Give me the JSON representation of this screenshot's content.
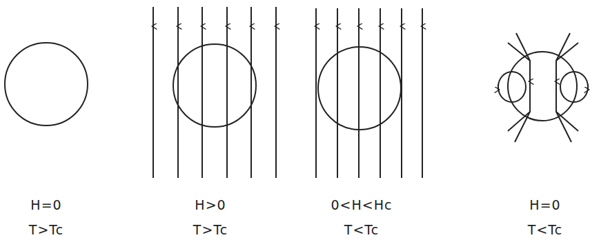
{
  "diagram": {
    "labels": [
      "H=0",
      "T>Tc",
      "H>0",
      "T>Tc",
      "0<H<Hc",
      "T<Tc",
      "H=0",
      "T<Tc"
    ]
  }
}
